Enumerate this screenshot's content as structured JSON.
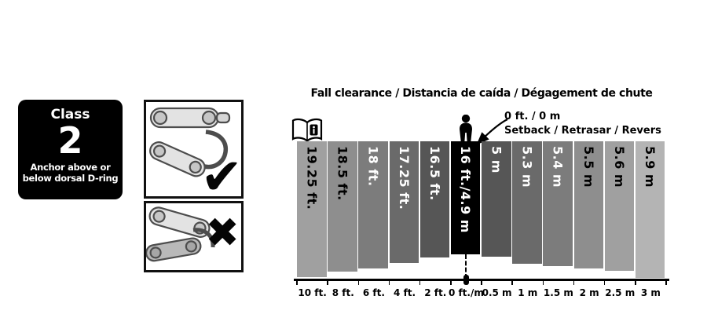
{
  "class_box": {
    "label": "Class",
    "number": "2",
    "description": "Anchor above or below dorsal D-ring"
  },
  "usage": {
    "correct_mark": "✔",
    "incorrect_mark": "✖"
  },
  "chart_data": {
    "type": "bar",
    "title": "Fall clearance / Distancia de caída / Dégagement de chute",
    "annotation": {
      "line1": "0 ft. / 0 m",
      "line2": "Setback / Retrasar / Revers"
    },
    "categories": [
      "10 ft.",
      "8 ft.",
      "6 ft.",
      "4 ft.",
      "2 ft.",
      "0 ft./m",
      "0.5 m",
      "1 m",
      "1.5 m",
      "2 m",
      "2.5 m",
      "3 m"
    ],
    "bar_labels": [
      "19.25 ft.",
      "18.5 ft.",
      "18 ft.",
      "17.25 ft.",
      "16.5 ft.",
      "16 ft./4.9 m",
      "5 m",
      "5.3 m",
      "5.4 m",
      "5.5 m",
      "5.6 m",
      "5.9 m"
    ],
    "values_ft": [
      19.25,
      18.5,
      18,
      17.25,
      16.5,
      16,
      16.4,
      17.39,
      17.72,
      18.04,
      18.37,
      19.36
    ],
    "highlight_index": 5,
    "ylim_ft": [
      0,
      19.6
    ],
    "grid": false,
    "legend_position": "none",
    "bar_colors": [
      "#a0a0a0",
      "#8e8e8e",
      "#7c7c7c",
      "#6a6a6a",
      "#565656",
      "#000000",
      "#565656",
      "#6a6a6a",
      "#7c7c7c",
      "#8e8e8e",
      "#a0a0a0",
      "#b4b4b4"
    ],
    "text_colors": [
      "#000000",
      "#000000",
      "#ffffff",
      "#ffffff",
      "#ffffff",
      "#ffffff",
      "#ffffff",
      "#ffffff",
      "#ffffff",
      "#000000",
      "#000000",
      "#000000"
    ],
    "icons": [
      "open-manual-info-icon",
      "person-icon"
    ]
  }
}
